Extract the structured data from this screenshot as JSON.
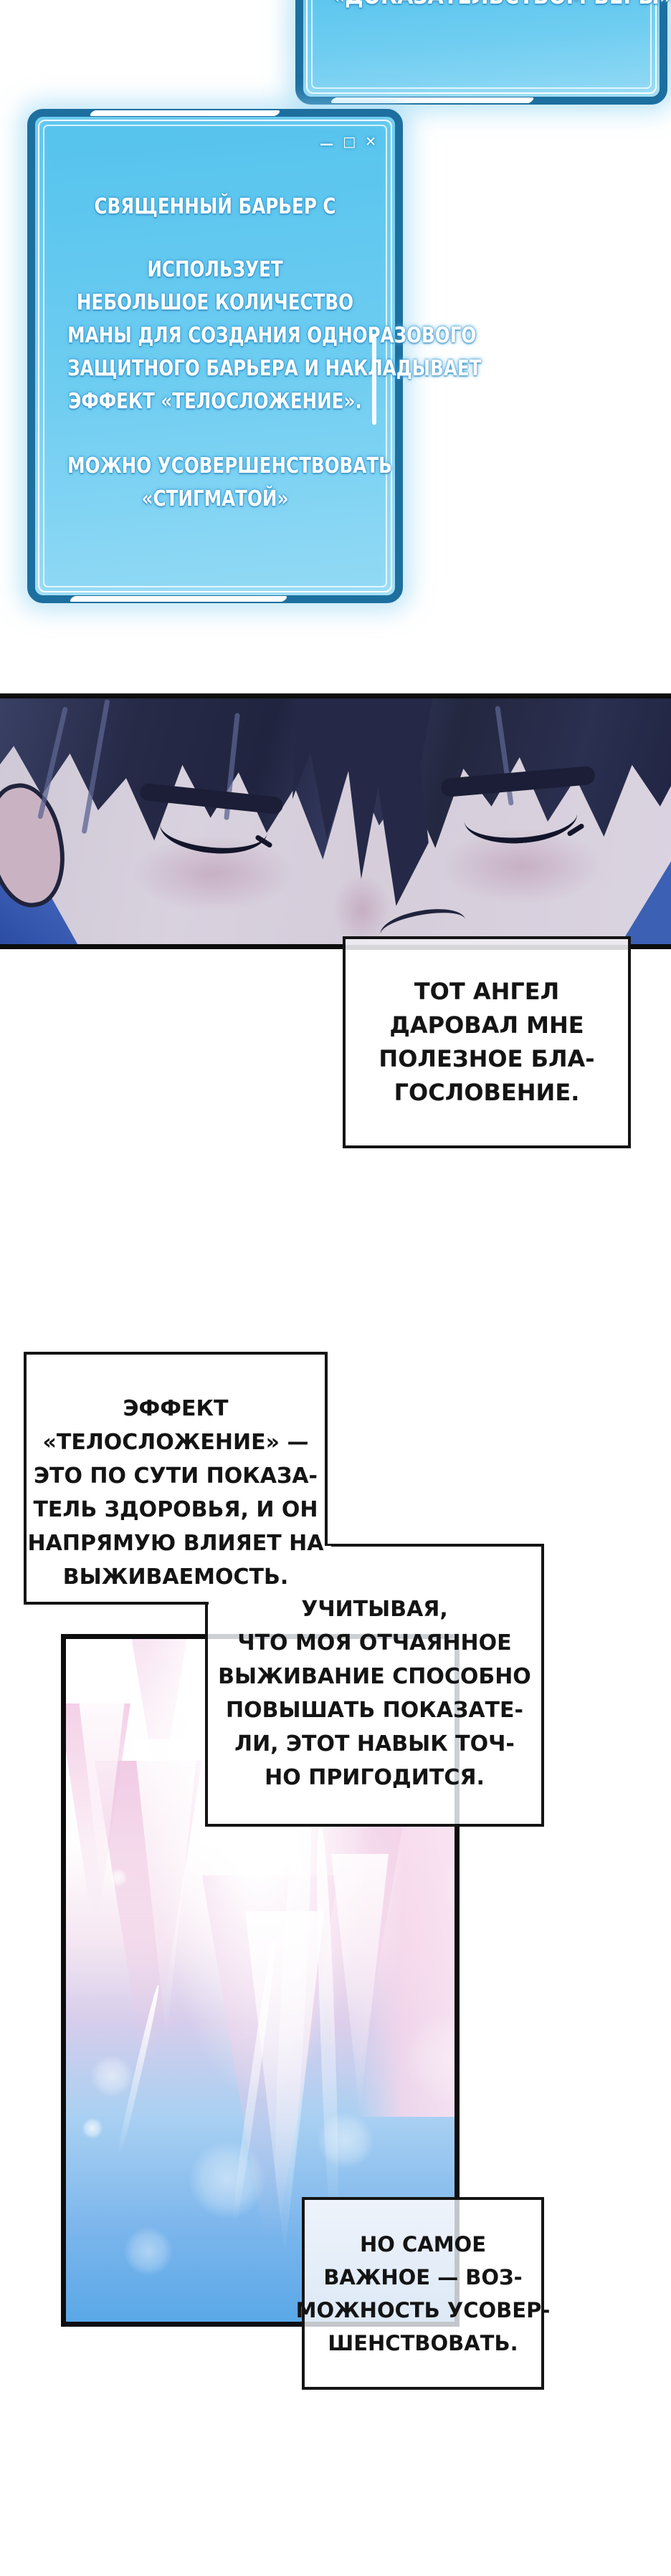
{
  "top_window": {
    "title": "«ДОКАЗАТЕЛЬСТВОМ ВЕРЫ»"
  },
  "skill_window": {
    "controls": {
      "minimize": "—",
      "maximize": "□",
      "close": "✕"
    },
    "lines": [
      "СВЯЩЕННЫЙ БАРЬЕР С",
      "ИСПОЛЬЗУЕТ",
      "НЕБОЛЬШОЕ КОЛИЧЕСТВО",
      "МАНЫ ДЛЯ СОЗДАНИЯ ОДНОРАЗОВОГО",
      "ЗАЩИТНОГО БАРЬЕРА И НАКЛАДЫВАЕТ",
      "ЭФФЕКТ «ТЕЛОСЛОЖЕНИЕ».",
      "МОЖНО УСОВЕРШЕНСТВОВАТЬ",
      "«СТИГМАТОЙ»"
    ]
  },
  "speech": {
    "bubble1": {
      "lines": [
        "ТОТ АНГЕЛ",
        "ДАРОВАЛ МНЕ",
        "ПОЛЕЗНОЕ БЛА-",
        "ГОСЛОВЕНИЕ."
      ]
    },
    "bubble2": {
      "lines": [
        "ЭФФЕКТ",
        "«ТЕЛОСЛОЖЕНИЕ» —",
        "ЭТО ПО СУТИ ПОКАЗА-",
        "ТЕЛЬ ЗДОРОВЬЯ, И ОН",
        "НАПРЯМУЮ ВЛИЯЕТ НА",
        "ВЫЖИВАЕМОСТЬ."
      ]
    },
    "bubble3": {
      "lines": [
        "УЧИТЫВАЯ,",
        "ЧТО МОЯ ОТЧАЯННОЕ",
        "ВЫЖИВАНИЕ СПОСОБНО",
        "ПОВЫШАТЬ ПОКАЗАТЕ-",
        "ЛИ, ЭТОТ НАВЫК ТОЧ-",
        "НО ПРИГОДИТСЯ."
      ]
    },
    "bubble4": {
      "lines": [
        "НО САМОЕ",
        "ВАЖНОЕ — ВОЗ-",
        "МОЖНОСТЬ УСОВЕР-",
        "ШЕНСТВОВАТЬ."
      ]
    }
  },
  "colors": {
    "window_border": "#1d6f9f",
    "window_fill_top": "#54c3ed",
    "window_fill_bottom": "#93daf5",
    "text_glow": "#4db4e8",
    "panel_sky_blue": "#5aa8e8",
    "glow_pink": "#f3d7eb",
    "ink": "#141414",
    "skin": "#d8d1de",
    "hair": "#262a47",
    "background_blue": "#24429a"
  }
}
